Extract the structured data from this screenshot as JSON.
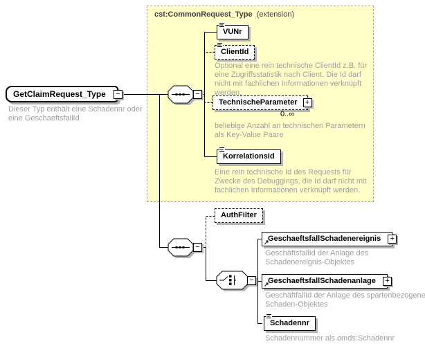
{
  "colors": {
    "panel_bg": "#ffffc8",
    "panel_border": "#a6a6a6",
    "annotation_text": "#9e9e9e",
    "shadow": "#b4b4b4",
    "line": "#000000"
  },
  "root": {
    "name": "GetClaimRequest_Type",
    "annotation": "Dieser Typ enthält eine Schadennr oder eine GeschaeftsfallId",
    "collapse_glyph": "−"
  },
  "extension_block": {
    "title": "cst:CommonRequest_Type",
    "title_suffix": "(extension)",
    "sequence_collapse_glyph": "−",
    "elements": [
      {
        "name": "VUNr"
      },
      {
        "name": "ClientId",
        "annotation": "Optional eine rein technische ClientId z.B. für eine Zugriffsstatistik nach Client. Die Id darf nicht mit fachlichen Informationen verknüpft werden."
      },
      {
        "name": "TechnischeParameter",
        "occurs": "0..∞",
        "expand_glyph": "+",
        "annotation": "beliebige Anzahl an technischen Parametern als Key-Value Paare"
      },
      {
        "name": "KorrelationsId",
        "annotation": "Eine rein technische Id des Requests für Zwecke des Debuggings, die Id darf nicht mit fachlichen Informationen verknüpft werden."
      }
    ]
  },
  "local_sequence": {
    "collapse_glyph": "−",
    "elements": [
      {
        "name": "AuthFilter"
      }
    ],
    "choice": {
      "collapse_glyph": "−",
      "elements": [
        {
          "name": "GeschaeftsfallSchadenereignis",
          "expand_glyph": "+",
          "annotation": "GeschäftsfallId der Anlage des Schadenereignis-Objektes"
        },
        {
          "name": "GeschaeftsfallSchadenanlage",
          "expand_glyph": "+",
          "annotation": "GeschäftfallId der Anlage des spartenbezogenen Schaden-Objektes"
        },
        {
          "name": "Schadennr",
          "annotation": "Schadennummer als omds:Schadennr"
        }
      ]
    }
  }
}
